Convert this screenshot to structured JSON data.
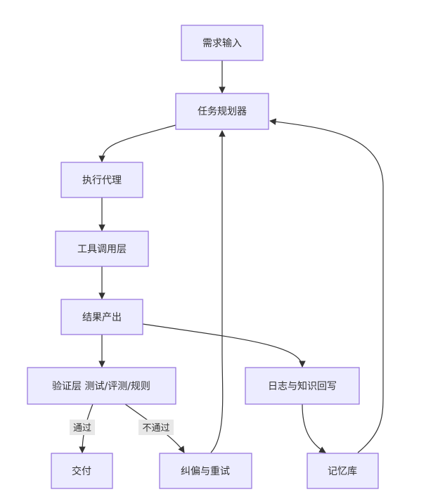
{
  "nodes": {
    "input": "需求输入",
    "planner": "任务规划器",
    "executor": "执行代理",
    "tools": "工具调用层",
    "result": "结果产出",
    "verify": "验证层 测试/评测/规则",
    "log": "日志与知识回写",
    "deliver": "交付",
    "correct": "纠偏与重试",
    "memory": "记忆库"
  },
  "edge_labels": {
    "pass": "通过",
    "fail": "不通过"
  },
  "colors": {
    "node_fill": "#ECECFF",
    "node_stroke": "#9370DB",
    "edge": "#333333",
    "label_bg": "#e8e8e8",
    "text": "#333333"
  }
}
